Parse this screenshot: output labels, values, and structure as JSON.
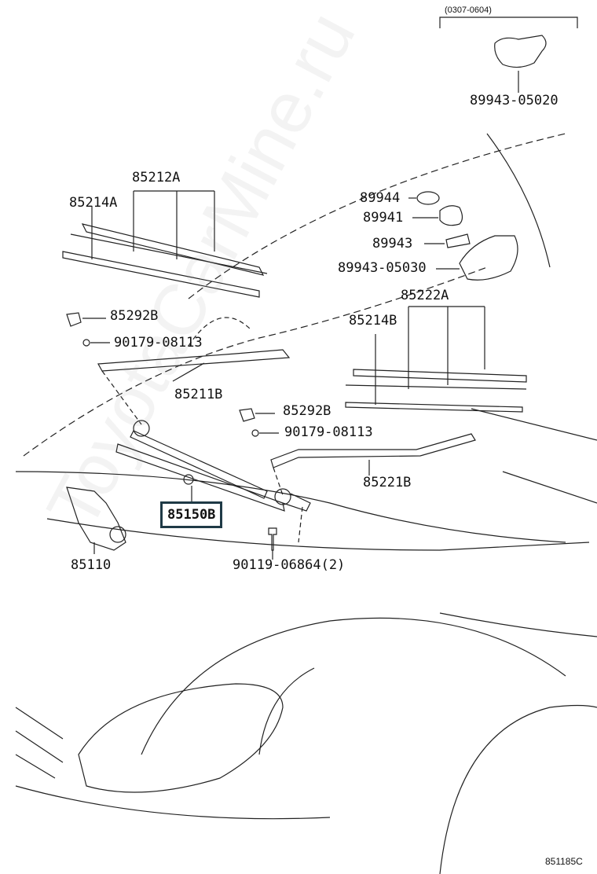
{
  "catalog_code": "851185C",
  "watermark": "ToyotaCarMine.ru",
  "variant_note": "(0307-0604)",
  "parts": {
    "p89943_05020": "89943-05020",
    "p85212A": "85212A",
    "p85214A": "85214A",
    "p89944": "89944",
    "p89941": "89941",
    "p89943": "89943",
    "p89943_05030": "89943-05030",
    "p85222A": "85222A",
    "p85214B": "85214B",
    "p85292B_left": "85292B",
    "p90179_left": "90179-08113",
    "p85211B": "85211B",
    "p85292B_right": "85292B",
    "p90179_right": "90179-08113",
    "p85221B": "85221B",
    "p85150B": "85150B",
    "p85110": "85110",
    "p90119": "90119-06864(2)"
  },
  "highlighted_part": "85150B"
}
